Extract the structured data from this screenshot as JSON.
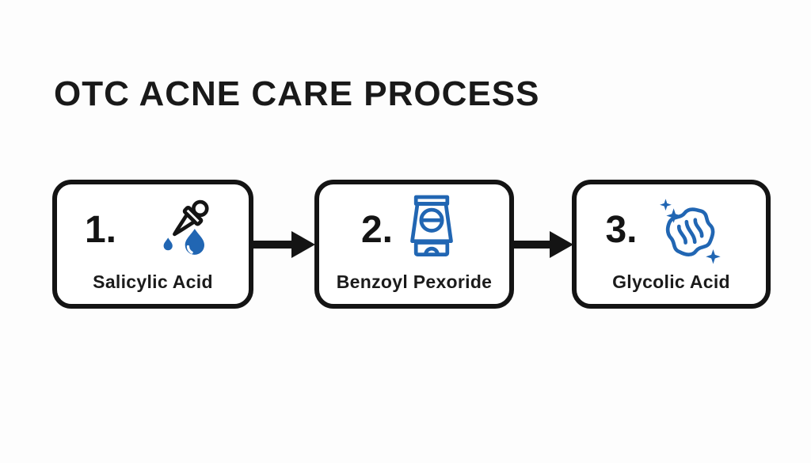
{
  "title": "OTC ACNE CARE PROCESS",
  "colors": {
    "background": "#fdfdfd",
    "ink": "#141414",
    "accent_blue": "#2166b3"
  },
  "steps": [
    {
      "number": "1.",
      "label": "Salicylic Acid",
      "icon": "dropper-icon"
    },
    {
      "number": "2.",
      "label": "Benzoyl Pexoride",
      "icon": "cream-tube-icon"
    },
    {
      "number": "3.",
      "label": "Glycolic Acid",
      "icon": "cleansing-wipe-icon"
    }
  ],
  "flow": {
    "arrow_icon": "arrow-right-icon",
    "direction": "left-to-right"
  }
}
